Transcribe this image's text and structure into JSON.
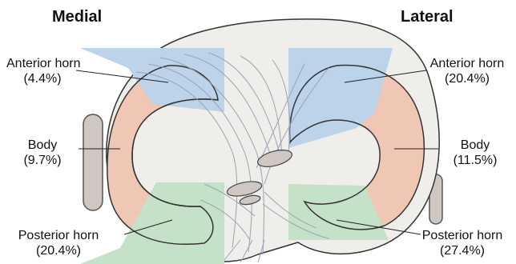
{
  "headings": {
    "medial": "Medial",
    "lateral": "Lateral"
  },
  "medial": {
    "anterior_horn": {
      "name": "Anterior horn",
      "value": "(4.4%)"
    },
    "body": {
      "name": "Body",
      "value": "(9.7%)"
    },
    "posterior_horn": {
      "name": "Posterior horn",
      "value": "(20.4%)"
    }
  },
  "lateral": {
    "anterior_horn": {
      "name": "Anterior horn",
      "value": "(20.4%)"
    },
    "body": {
      "name": "Body",
      "value": "(11.5%)"
    },
    "posterior_horn": {
      "name": "Posterior horn",
      "value": "(27.4%)"
    }
  },
  "colors": {
    "anterior_horn": "#bcd3ea",
    "body": "#f0c7b4",
    "posterior_horn": "#c5e1c8",
    "tibial_plateau": "#f0eeea",
    "bone_stub": "#cfc7c2"
  }
}
